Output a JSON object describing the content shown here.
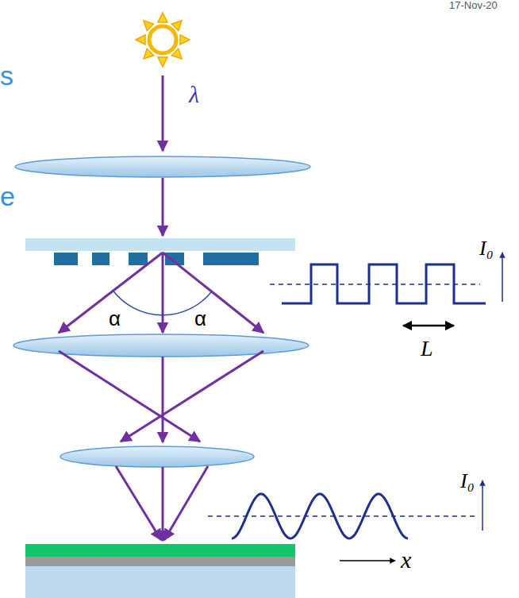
{
  "diagram": {
    "labels": [
      "17-Nov-20",
      "s",
      "e",
      "λ",
      "α",
      "α",
      "I₀",
      "L",
      "I₀",
      "x"
    ]
  }
}
